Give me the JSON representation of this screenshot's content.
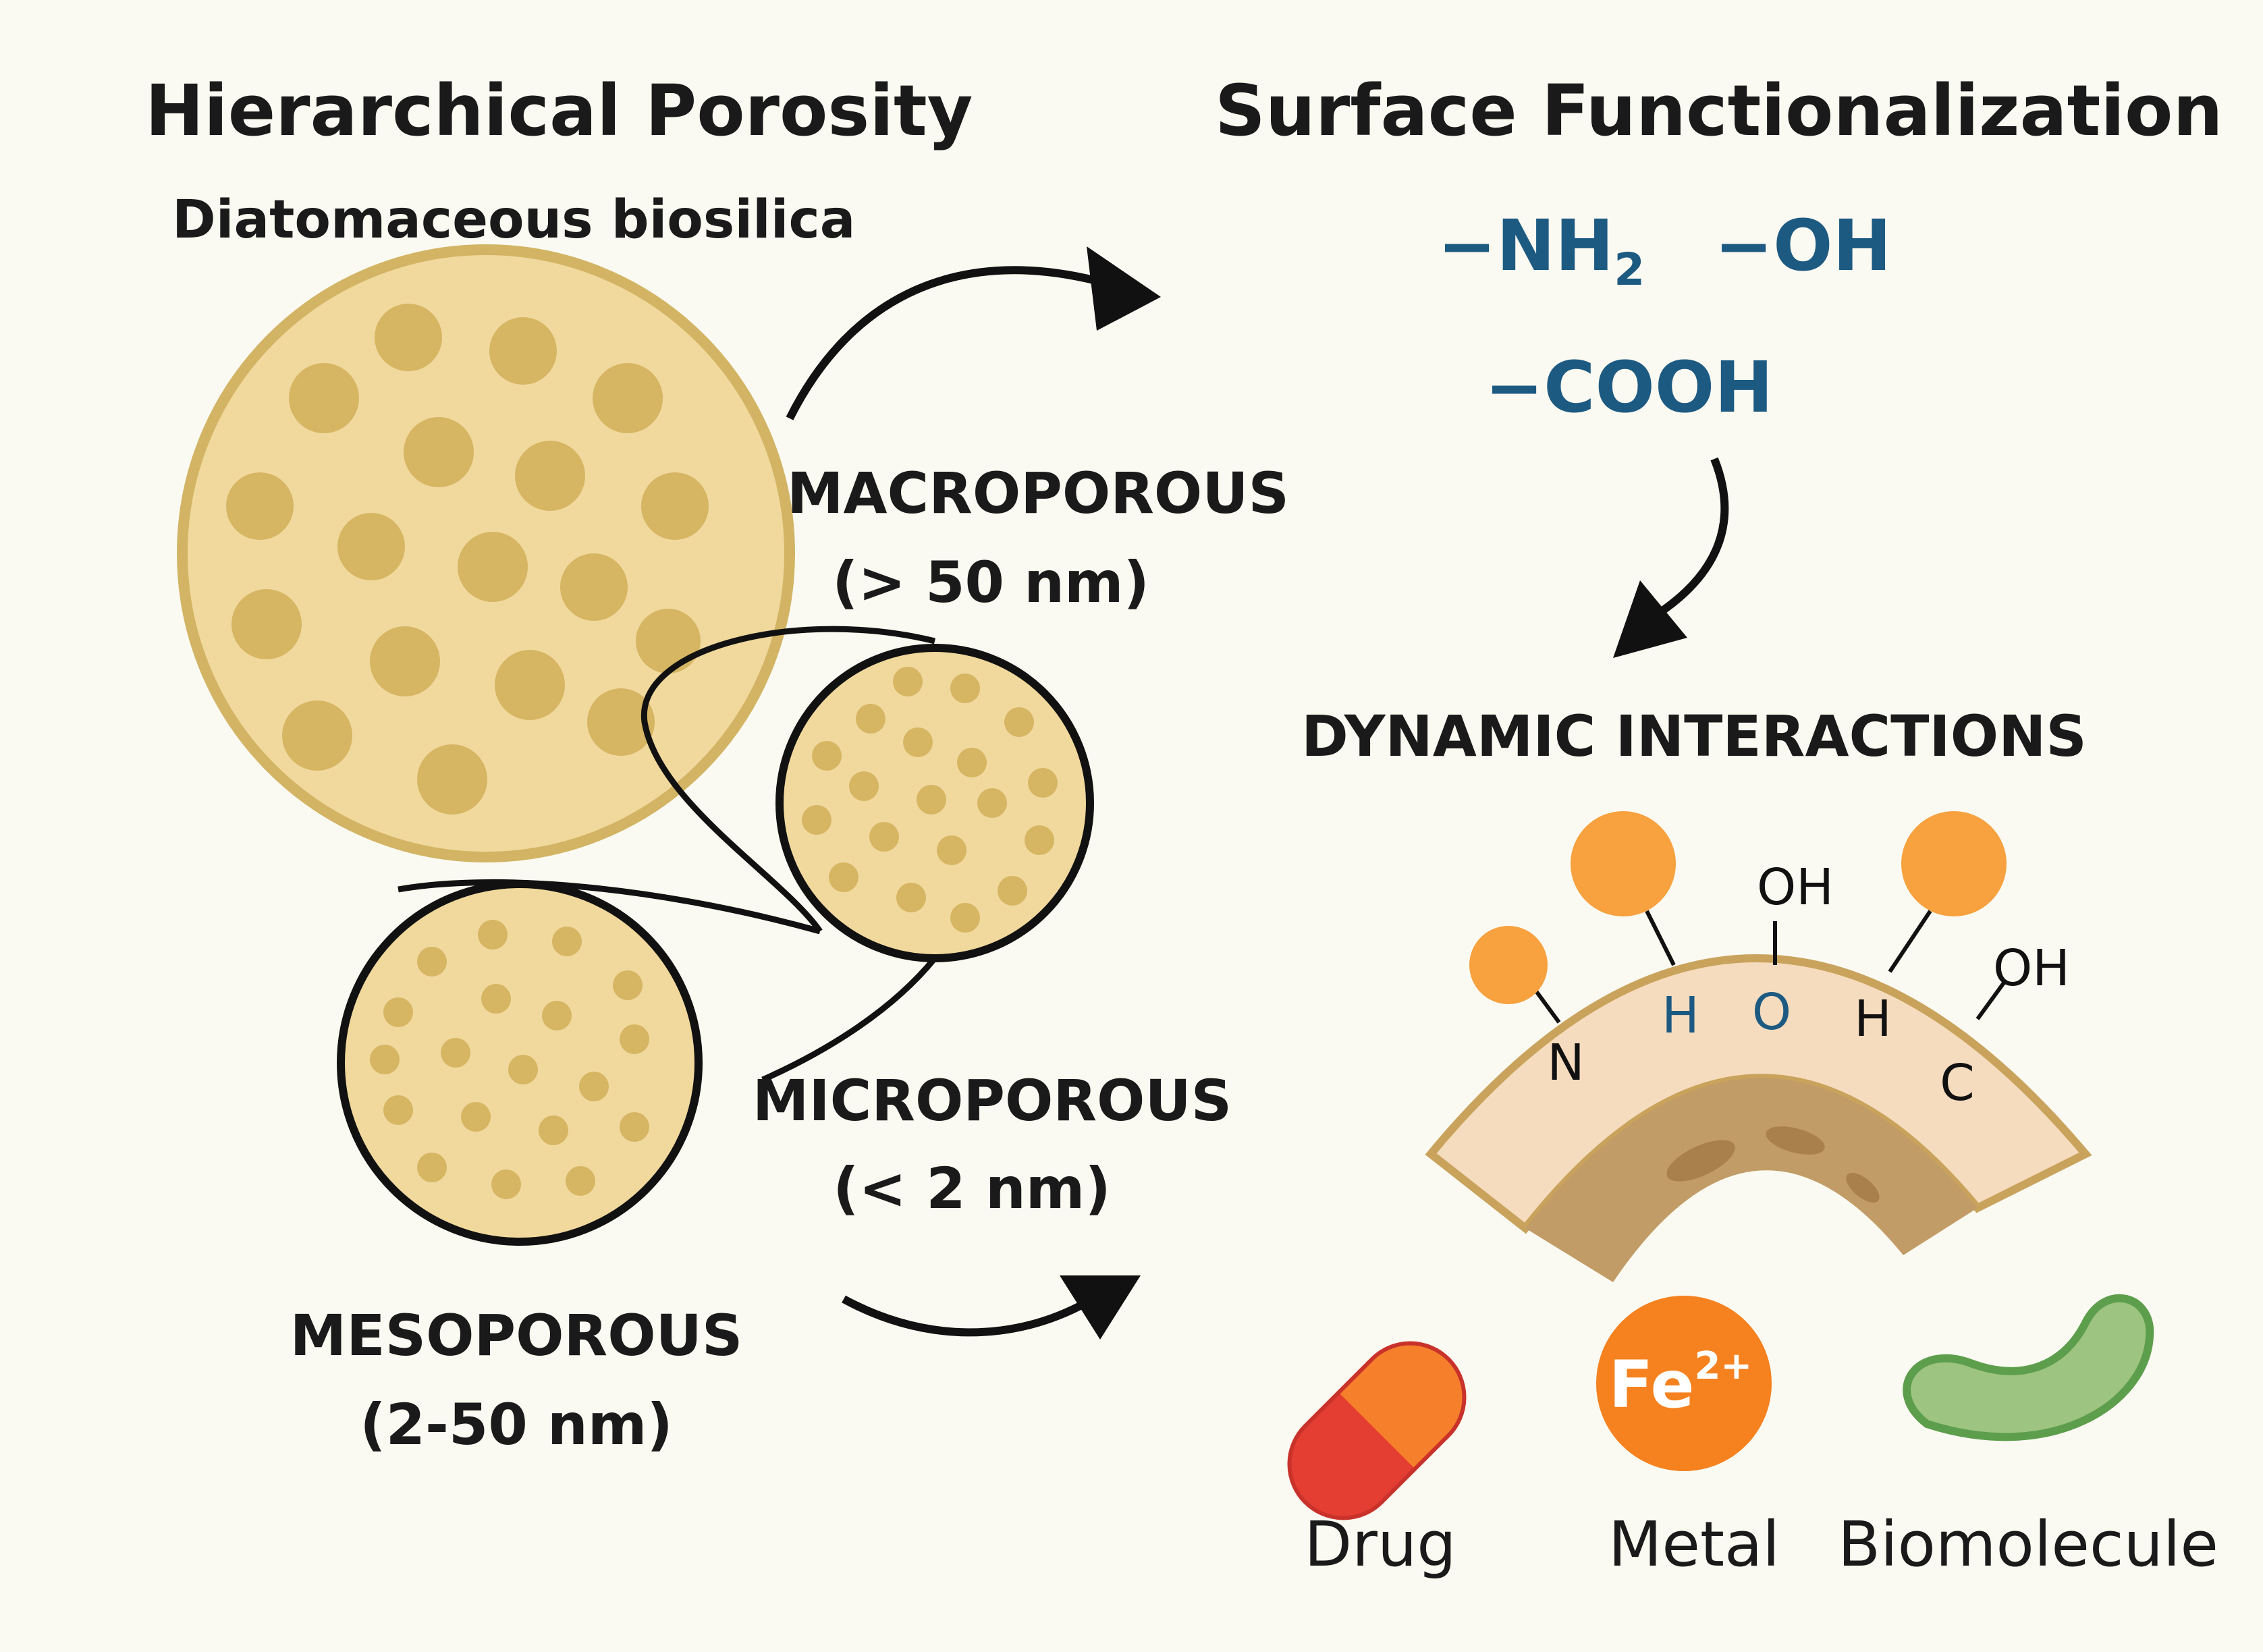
{
  "left": {
    "heading": "Hierarchical Porosity",
    "subheading": "Diatomaceous biosilica",
    "macro_label": "MACROPOROUS",
    "macro_size": "(> 50 nm)",
    "micro_label": "MICROPOROUS",
    "micro_size": "(< 2 nm)",
    "meso_label": "MESOPOROUS",
    "meso_size": "(2-50 nm)"
  },
  "right": {
    "heading": "Surface Functionalization",
    "group_nh2": "−NH",
    "group_nh2_sub": "2",
    "group_oh": "−OH",
    "group_cooh": "−COOH",
    "interactions_title": "DYNAMIC INTERACTIONS",
    "atom_n": "N",
    "atom_h1": "H",
    "atom_o": "O",
    "atom_h2": "H",
    "atom_c": "C",
    "oh_top": "OH",
    "oh_right": "OH"
  },
  "cargo": {
    "drug_label": "Drug",
    "metal_label": "Metal",
    "metal_symbol": "Fe",
    "metal_charge": "2+",
    "bio_label": "Biomolecule"
  },
  "colors": {
    "background": "#fbfaf2",
    "silica_fill": "#f1d99d",
    "silica_pore": "#d6b563",
    "silica_rim": "#d2b464",
    "functional_group": "#1d5a82",
    "particle_orange": "#f7a13f",
    "shell_fill": "#f6dcbe",
    "core_fill": "#c29c66",
    "drug_red": "#e43d32",
    "drug_orange": "#f57f2a",
    "metal_orange": "#f5811f",
    "biomolecule_green": "#9ec482",
    "biomolecule_outline": "#5d9e4d"
  }
}
